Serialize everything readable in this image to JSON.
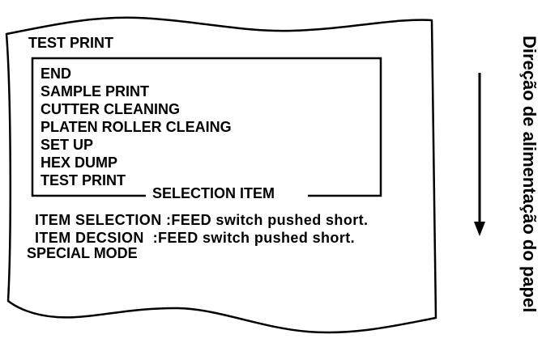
{
  "paper": {
    "header": "TEST PRINT",
    "menu_items": [
      "END",
      "SAMPLE PRINT",
      "CUTTER CLEANING",
      "PLATEN ROLLER CLEAING",
      "SET UP",
      "HEX DUMP",
      "TEST PRINT"
    ],
    "menu_caption": "SELECTION ITEM",
    "instructions": [
      "ITEM SELECTION :FEED switch pushed short.",
      "ITEM DECSION  :FEED switch pushed short."
    ],
    "mode": "SPECIAL MODE"
  },
  "feed_direction": {
    "label": "Direção de alimentação do papel",
    "icon": "arrow-down-icon"
  },
  "colors": {
    "ink": "#000000",
    "background": "#ffffff"
  }
}
